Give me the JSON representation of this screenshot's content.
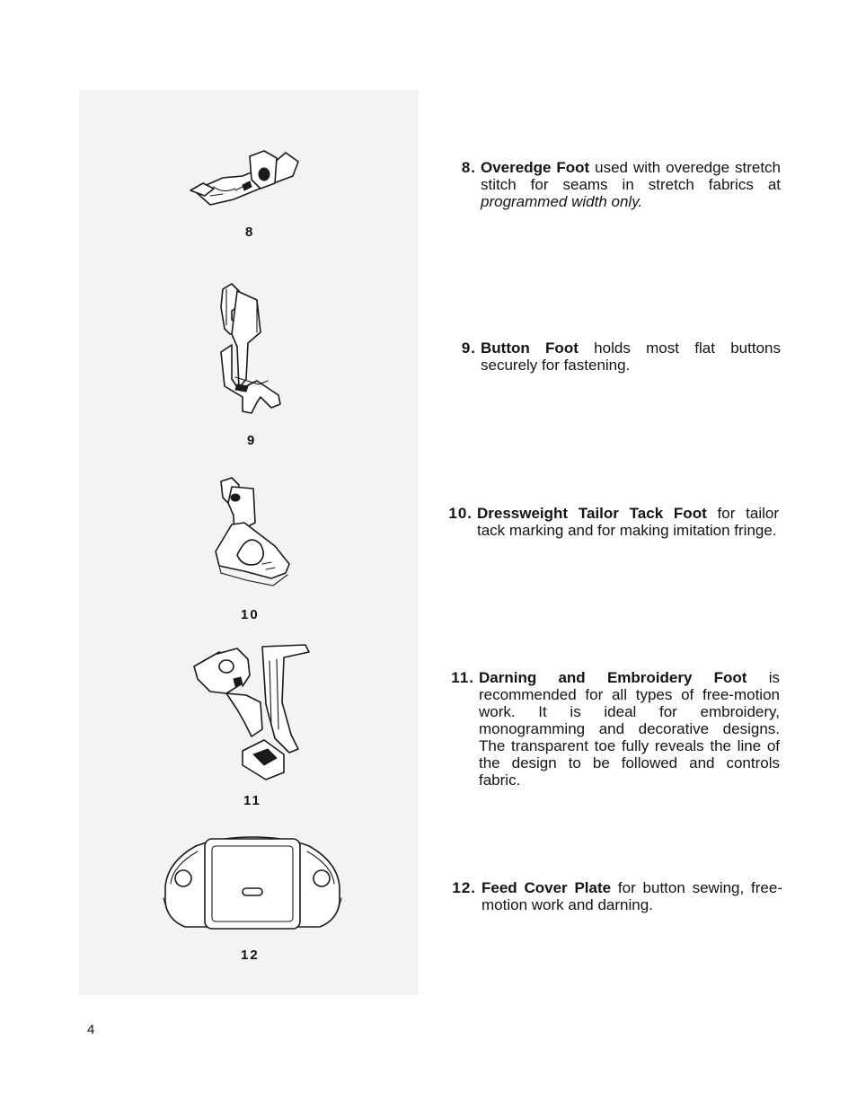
{
  "page_number": "4",
  "figures": [
    {
      "label": "8",
      "icon": "overedge-foot-icon"
    },
    {
      "label": "9",
      "icon": "button-foot-icon"
    },
    {
      "label": "10",
      "icon": "tailor-tack-foot-icon"
    },
    {
      "label": "11",
      "icon": "darning-foot-icon"
    },
    {
      "label": "12",
      "icon": "feed-cover-plate-icon"
    }
  ],
  "items": [
    {
      "number": "8.",
      "title": "Overedge Foot",
      "text": " used with overedge stretch stitch for seams in stretch fabrics at ",
      "emphasis": "programmed width only."
    },
    {
      "number": "9.",
      "title": "Button Foot",
      "text": " holds most flat buttons securely for fastening."
    },
    {
      "number": "10.",
      "title": "Dressweight Tailor Tack Foot",
      "text": " for tailor tack marking and for making imitation fringe."
    },
    {
      "number": "11.",
      "title": "Darning and Embroidery Foot",
      "text": " is recommended for all types of free-motion work. It is ideal for embroidery, monogramming and decorative designs. The transparent toe fully reveals the line of the design to be followed and controls fabric."
    },
    {
      "number": "12.",
      "title": "Feed Cover Plate",
      "text": " for button sewing, free-motion work and darning."
    }
  ]
}
